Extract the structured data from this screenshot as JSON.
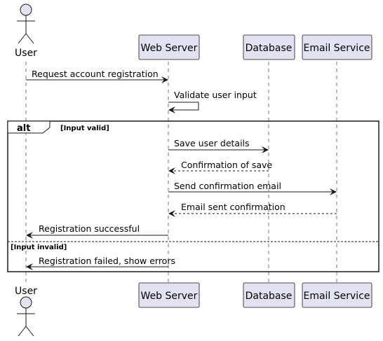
{
  "participants": [
    {
      "id": "user",
      "label": "User",
      "kind": "actor"
    },
    {
      "id": "web",
      "label": "Web Server",
      "kind": "box"
    },
    {
      "id": "db",
      "label": "Database",
      "kind": "box"
    },
    {
      "id": "email",
      "label": "Email Service",
      "kind": "box"
    }
  ],
  "messages": [
    {
      "label": "Request account registration",
      "from": "user",
      "to": "web",
      "style": "solid"
    },
    {
      "label": "Validate user input",
      "from": "web",
      "to": "web",
      "style": "solid"
    },
    {
      "label": "Save user details",
      "from": "web",
      "to": "db",
      "style": "solid"
    },
    {
      "label": "Confirmation of save",
      "from": "db",
      "to": "web",
      "style": "dashed"
    },
    {
      "label": "Send confirmation email",
      "from": "web",
      "to": "email",
      "style": "solid"
    },
    {
      "label": "Email sent confirmation",
      "from": "email",
      "to": "web",
      "style": "dashed"
    },
    {
      "label": "Registration successful",
      "from": "web",
      "to": "user",
      "style": "solid"
    },
    {
      "label": "Registration failed, show errors",
      "from": "web",
      "to": "user",
      "style": "solid"
    }
  ],
  "fragment": {
    "operator": "alt",
    "guards": [
      "[Input valid]",
      "[Input invalid]"
    ]
  },
  "colors": {
    "participant_fill": "#e2e2f0",
    "line": "#181818",
    "actor_fill": "#e2e2f0"
  }
}
